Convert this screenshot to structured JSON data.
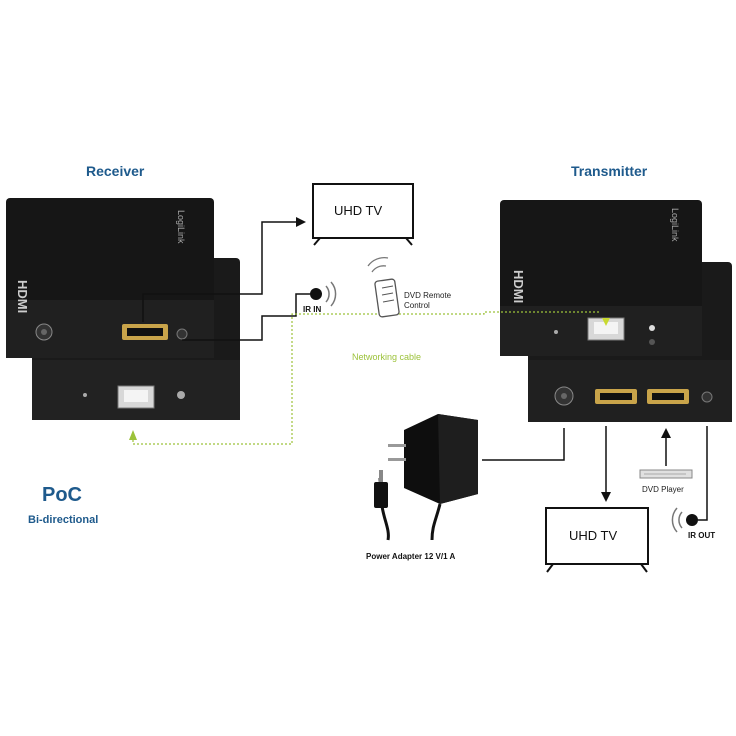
{
  "headings": {
    "receiver": "Receiver",
    "transmitter": "Transmitter"
  },
  "tv_top": "UHD TV",
  "tv_bottom": "UHD TV",
  "ir_in": "IR IN",
  "ir_out": "IR OUT",
  "remote_label": "DVD Remote\nControl",
  "network_cable": "Networking cable",
  "power_adapter": "Power Adapter 12 V/1 A",
  "dvd_player": "DVD Player",
  "poc": {
    "title": "PoC",
    "subtitle": "Bi-directional"
  },
  "device_brand": "LogiLink",
  "device_logo": "HDMI",
  "colors": {
    "heading": "#1e5a8c",
    "cable": "#9cc23a",
    "device": "#1a1a1a"
  }
}
